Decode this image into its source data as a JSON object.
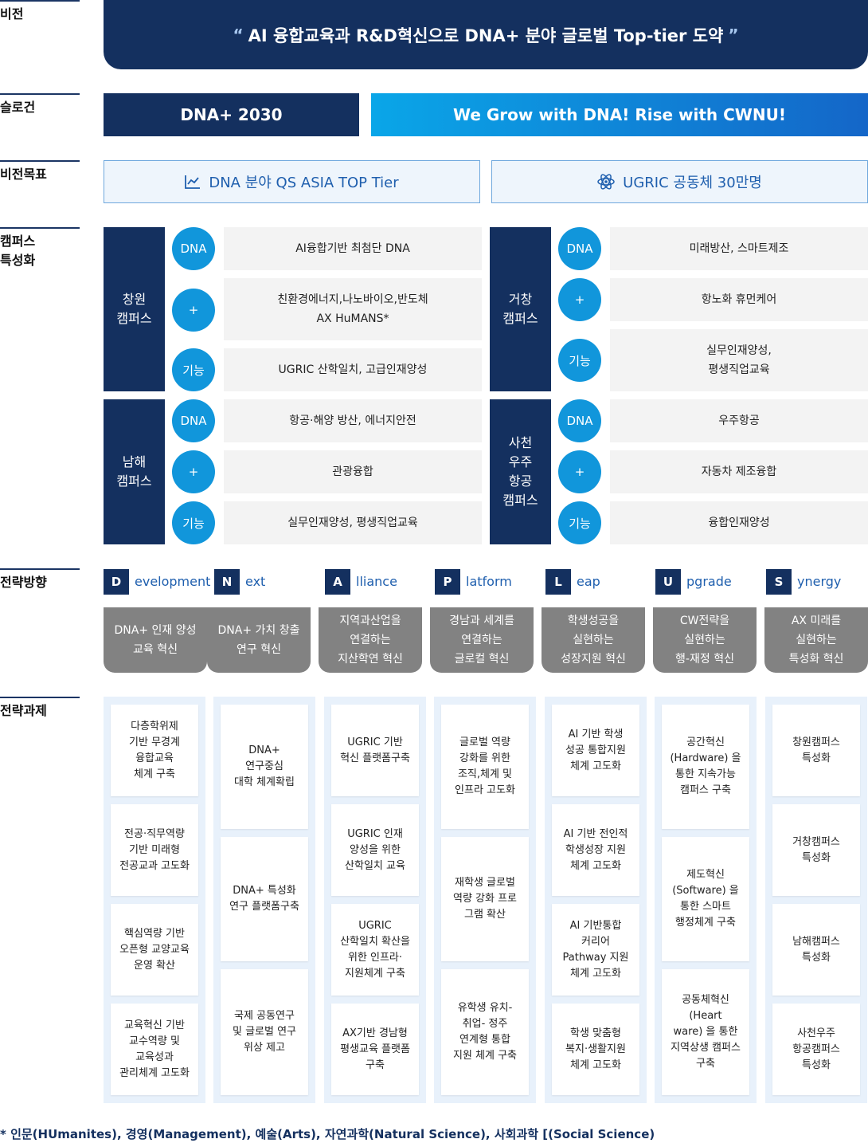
{
  "labels": {
    "vision": "비전",
    "slogan": "슬로건",
    "goal": "비전목표",
    "campus": "캠퍼스\n특성화",
    "direction": "전략방향",
    "tasks": "전략과제"
  },
  "vision": {
    "quote_open": "“",
    "text": "AI 융합교육과 R&D혁신으로 DNA+ 분야 글로벌 Top-tier 도약",
    "quote_close": "”"
  },
  "slogan": {
    "left": "DNA+ 2030",
    "right": "We Grow with DNA! Rise with CWNU!"
  },
  "goals": [
    {
      "text": "DNA 분야 QS ASIA TOP Tier",
      "icon": "chart-line-icon"
    },
    {
      "text": "UGRIC 공동체 30만명",
      "icon": "atom-icon"
    }
  ],
  "campuses": [
    {
      "name": "창원\n캠퍼스",
      "rows": [
        {
          "badge": "DNA",
          "text": "AI융합기반 최첨단 DNA"
        },
        {
          "badge": "+",
          "text": "친환경에너지,나노바이오,반도체\nAX HuMANS*"
        },
        {
          "badge": "기능",
          "text": "UGRIC 산학일치, 고급인재양성"
        }
      ]
    },
    {
      "name": "거창\n캠퍼스",
      "rows": [
        {
          "badge": "DNA",
          "text": "미래방산, 스마트제조"
        },
        {
          "badge": "+",
          "text": "항노화 휴먼케어"
        },
        {
          "badge": "기능",
          "text": "실무인재양성,\n평생직업교육"
        }
      ]
    },
    {
      "name": "남해\n캠퍼스",
      "rows": [
        {
          "badge": "DNA",
          "text": "항공·해양 방산, 에너지안전"
        },
        {
          "badge": "+",
          "text": "관광융합"
        },
        {
          "badge": "기능",
          "text": "실무인재양성, 평생직업교육"
        }
      ]
    },
    {
      "name": "사천\n우주\n항공\n캠퍼스",
      "rows": [
        {
          "badge": "DNA",
          "text": "우주항공"
        },
        {
          "badge": "+",
          "text": "자동차 제조융합"
        },
        {
          "badge": "기능",
          "text": "융합인재양성"
        }
      ]
    }
  ],
  "directions": [
    {
      "letter": "D",
      "word": "evelopment",
      "box": "DNA+ 인재 양성\n교육 혁신"
    },
    {
      "letter": "N",
      "word": "ext",
      "box": "DNA+ 가치 창출\n연구 혁신"
    },
    {
      "letter": "A",
      "word": "lliance",
      "box": "지역과산업을\n연결하는\n지산학연 혁신"
    },
    {
      "letter": "P",
      "word": "latform",
      "box": "경남과 세계를\n연결하는\n글로컬 혁신"
    },
    {
      "letter": "L",
      "word": "eap",
      "box": "학생성공을\n실현하는\n성장지원 혁신"
    },
    {
      "letter": "U",
      "word": "pgrade",
      "box": "CW전략을\n실현하는\n행-재정 혁신"
    },
    {
      "letter": "S",
      "word": "ynergy",
      "box": "AX 미래를\n실현하는\n특성화 혁신"
    }
  ],
  "tasks": [
    [
      "다층학위제\n기반 무경계\n융합교육\n체계 구축",
      "전공·직무역량\n기반 미래형\n전공교과 고도화",
      "핵심역량 기반\n오픈형 교양교육\n운영 확산",
      "교육혁신 기반\n교수역량 및\n교육성과\n관리체계 고도화"
    ],
    [
      "DNA+\n연구중심\n대학 체계확립",
      "DNA+ 특성화\n연구 플랫폼구축",
      "국제 공동연구\n및 글로벌 연구\n위상 제고"
    ],
    [
      "UGRIC 기반\n혁신 플랫폼구축",
      "UGRIC 인재\n양성을 위한\n산학일치 교육",
      "UGRIC\n산학일치 확산을\n위한 인프라·\n지원체계 구축",
      "AX기반 경남형\n평생교육 플랫폼\n구축"
    ],
    [
      "글로벌 역량\n강화를 위한\n조직,체계 및\n인프라 고도화",
      "재학생 글로벌\n역량 강화 프로\n그램 확산",
      "유학생 유치-\n취업- 정주\n연계형 통합\n지원 체계 구축"
    ],
    [
      "AI 기반 학생\n성공 통합지원\n체계 고도화",
      "AI 기반 전인적\n학생성장 지원\n체계 고도화",
      "AI 기반통합\n커리어\nPathway 지원\n체계 고도화",
      "학생 맞춤형\n복지·생활지원\n체계 고도화"
    ],
    [
      "공간혁신\n(Hardware) 을\n통한 지속가능\n캠퍼스 구축",
      "제도혁신\n(Software) 을\n통한 스마트\n행정체계 구축",
      "공동체혁신\n(Heart\nware) 을 통한\n지역상생 캠퍼스\n구축"
    ],
    [
      "창원캠퍼스\n특성화",
      "거창캠퍼스\n특성화",
      "남해캠퍼스\n특성화",
      "사천우주\n항공캠퍼스\n특성화"
    ]
  ],
  "footnote": "* 인문(HUmanites), 경영(Management), 예술(Arts), 자연과학(Natural Science), 사회과학 [(Social Science)"
}
